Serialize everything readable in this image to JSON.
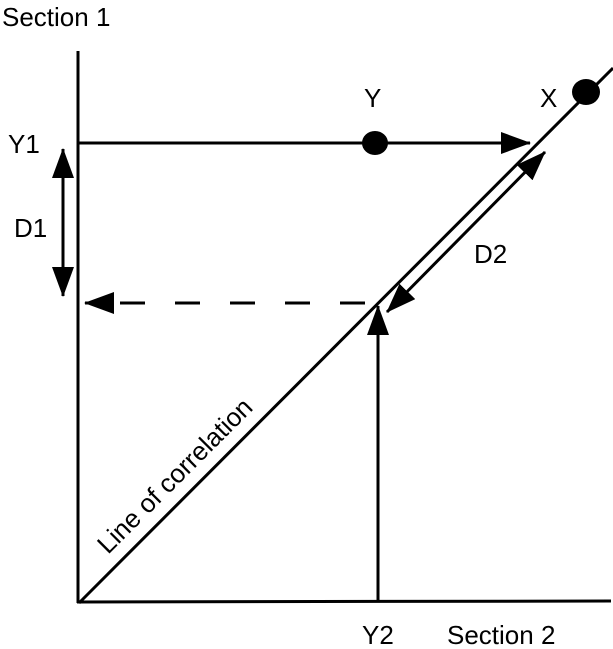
{
  "diagram": {
    "colors": {
      "stroke": "#000000",
      "background": "#ffffff"
    },
    "axes": {
      "y_axis_label": "Section 1",
      "x_axis_label": "Section 2"
    },
    "points": {
      "y_label": "Y",
      "x_label": "X"
    },
    "markers": {
      "y1_label": "Y1",
      "y2_label": "Y2"
    },
    "distances": {
      "d1_label": "D1",
      "d2_label": "D2"
    },
    "line": {
      "label": "Line of correlation"
    }
  }
}
